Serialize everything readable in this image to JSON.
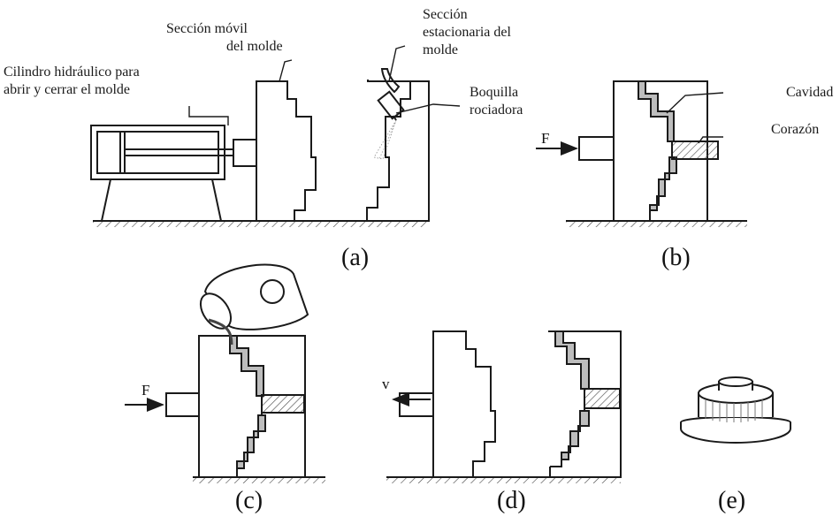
{
  "labels": {
    "cylinder_line1": "Cilindro hidráulico para",
    "cylinder_line2": "abrir y cerrar el molde",
    "movable_line1": "Sección móvil",
    "movable_line2": "del molde",
    "stationary_line1": "Sección",
    "stationary_line2": "estacionaria del",
    "stationary_line3": "molde",
    "nozzle_line1": "Boquilla",
    "nozzle_line2": "rociadora",
    "cavity": "Cavidad",
    "core": "Corazón",
    "force_b": "F",
    "force_c": "F",
    "velocity_d": "v"
  },
  "panels": {
    "a": "(a)",
    "b": "(b)",
    "c": "(c)",
    "d": "(d)",
    "e": "(e)"
  },
  "colors": {
    "line": "#1a1a1a",
    "metal": "#bdbdbd",
    "hatch": "#555555"
  }
}
